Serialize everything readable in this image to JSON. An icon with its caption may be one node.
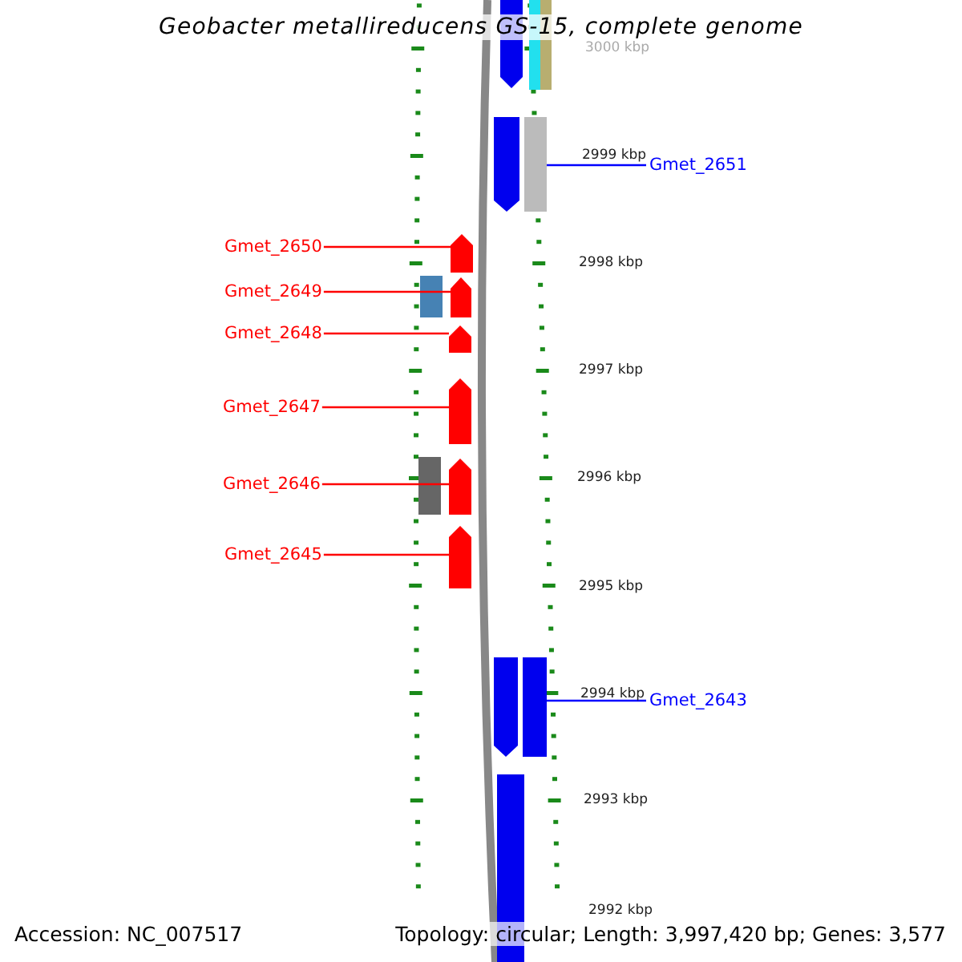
{
  "diagram": {
    "title": "Geobacter metallireducens GS-15, complete genome",
    "nodes": [
      {
        "text": [
          "Gmet_2651"
        ]
      },
      {
        "text": [],
        "shape": "box"
      },
      {
        "text": [
          "Gmet_2650"
        ]
      },
      {
        "text": [],
        "shape": "arrow"
      },
      {
        "text": [
          "Gmet_2649"
        ]
      },
      {
        "text": [],
        "shape": "arrow"
      },
      {
        "text": [
          "Gmet_2648"
        ]
      },
      {
        "text": [],
        "shape": "arrow"
      },
      {
        "text": [
          "Gmet_2647"
        ]
      },
      {
        "text": [],
        "shape": "arrow"
      },
      {
        "text": [
          "Gmet_2646"
        ]
      },
      {
        "text": [],
        "shape": "arrow"
      },
      {
        "text": [
          "Gmet_2645"
        ]
      },
      {
        "text": [],
        "shape": "arrow"
      },
      {
        "text": [
          "Gmet_2643"
        ]
      },
      {
        "text": [],
        "shape": "box"
      }
    ],
    "edges": [
      {
        "from": 0,
        "to": 1,
        "arrow": "none",
        "color": "#0000ff"
      },
      {
        "from": 2,
        "to": 3,
        "arrow": "none"
      },
      {
        "from": 4,
        "to": 5,
        "arrow": "none"
      },
      {
        "from": 6,
        "to": 7,
        "arrow": "none"
      },
      {
        "from": 8,
        "to": 9,
        "arrow": "none"
      },
      {
        "from": 10,
        "to": 11,
        "arrow": "none"
      },
      {
        "from": 12,
        "to": 13,
        "arrow": "none"
      },
      {
        "from": 14,
        "to": 15,
        "arrow": "none",
        "color": "#0000ff"
      }
    ],
    "labels": [
      "3000 kbp",
      "2999 kbp",
      "2998 kbp",
      "2997 kbp",
      "2996 kbp",
      "2995 kbp",
      "2994 kbp",
      "2993 kbp",
      "2992 kbp",
      "Accession: NC_007517",
      "Topology: circular; Length: 3,997,420 bp; Genes: 3,577"
    ]
  }
}
